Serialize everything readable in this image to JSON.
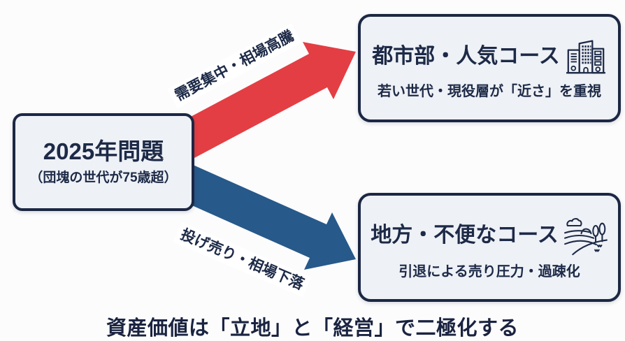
{
  "colors": {
    "navy": "#1d2a47",
    "arrow_red": "#e33e43",
    "arrow_blue": "#27598a",
    "box_background": "#eef1f6",
    "canvas_background": "#fcfcfd"
  },
  "source_box": {
    "title": "2025年問題",
    "subtitle": "（団塊の世代が75歳超）"
  },
  "arrows": {
    "up": {
      "label": "需要集中・相場高騰",
      "color": "#e33e43",
      "direction": "up-right"
    },
    "down": {
      "label": "投げ売り・相場下落",
      "color": "#27598a",
      "direction": "down-right"
    }
  },
  "urban_box": {
    "title": "都市部・人気コース",
    "subtitle": "若い世代・現役層が「近さ」を重視",
    "icon": "city-buildings-icon"
  },
  "rural_box": {
    "title": "地方・不便なコース",
    "subtitle": "引退による売り圧力・過疎化",
    "icon": "countryside-icon"
  },
  "caption": "資産価値は「立地」と「経営」で二極化する"
}
